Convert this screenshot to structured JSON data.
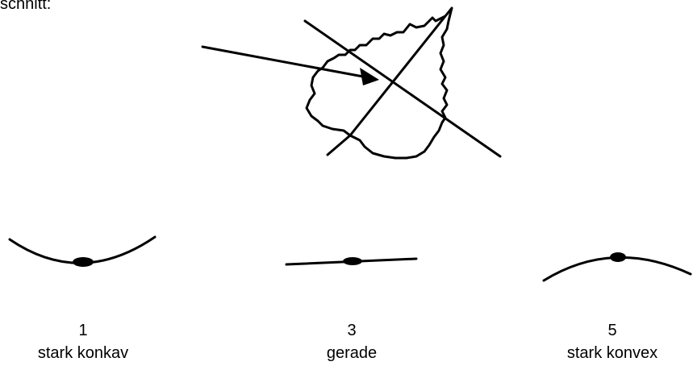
{
  "header_fragment": "schnitt:",
  "scale": [
    {
      "number": "1",
      "label": "stark konkav"
    },
    {
      "number": "3",
      "label": "gerade"
    },
    {
      "number": "5",
      "label": "stark konvex"
    }
  ]
}
